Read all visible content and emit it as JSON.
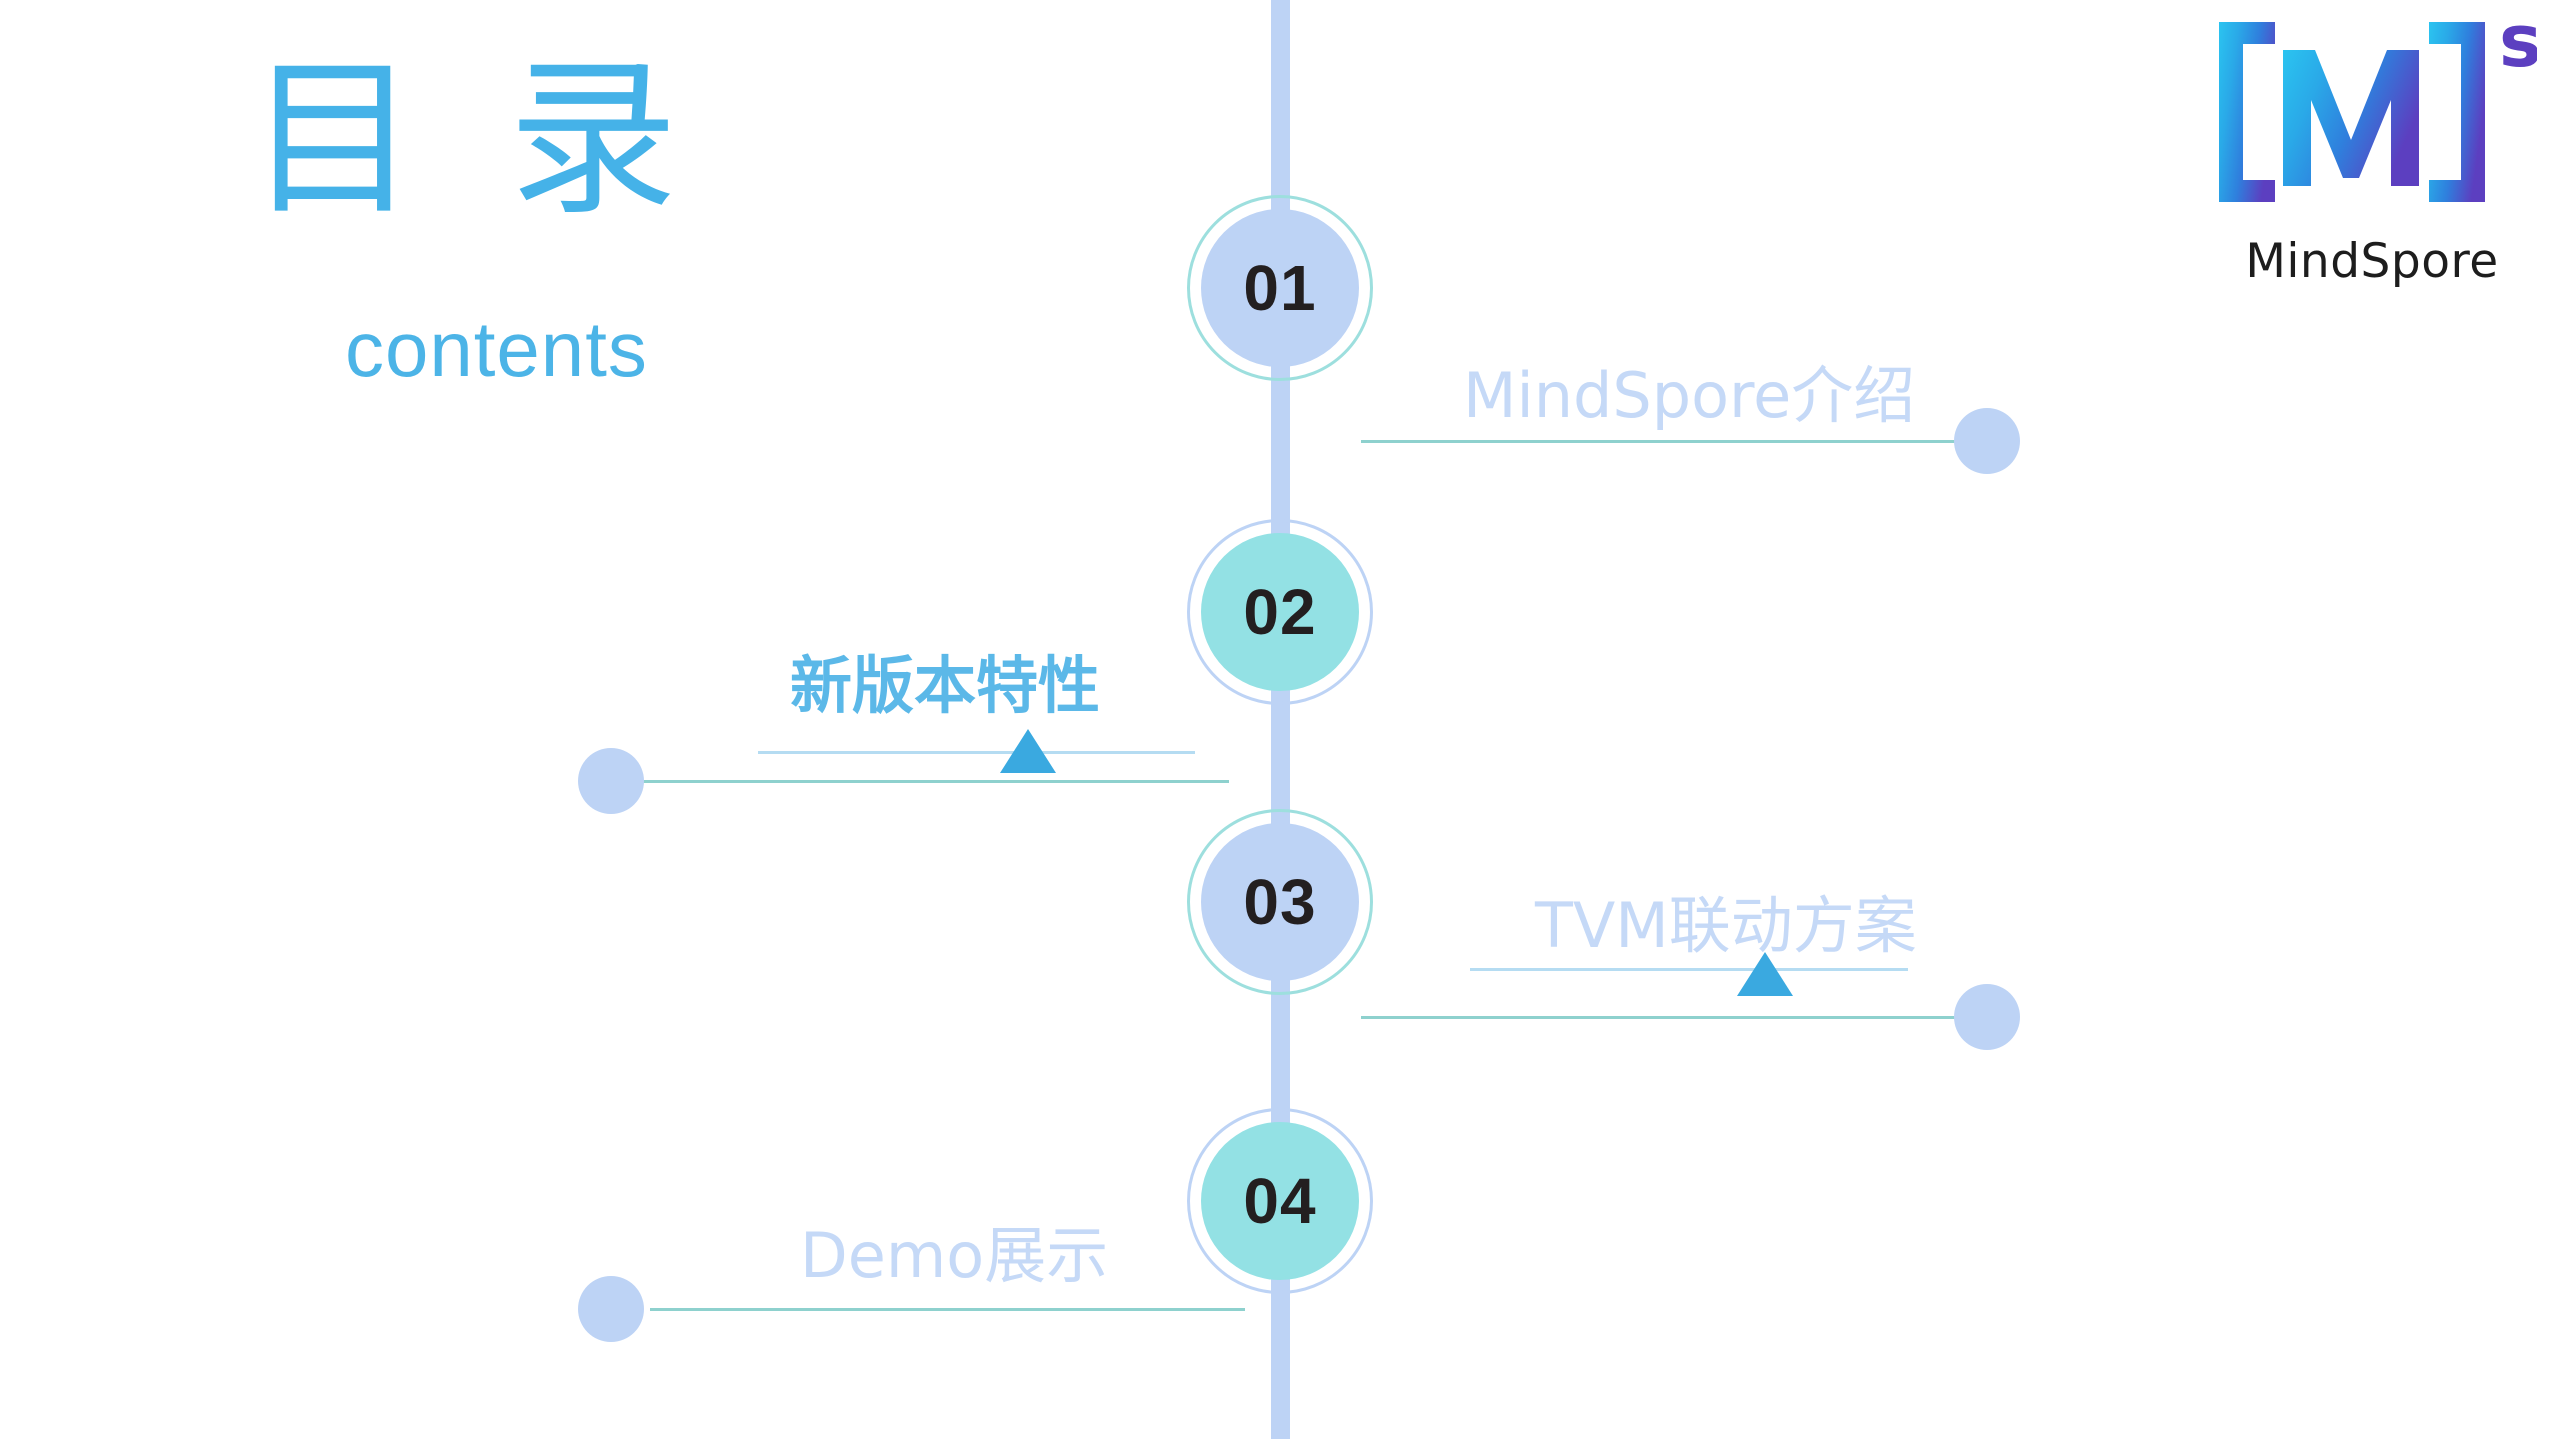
{
  "slide": {
    "title_zh": "目 录",
    "title_en": "contents",
    "background_color": "#ffffff"
  },
  "colors": {
    "title_blue": "#45b2e8",
    "subtitle_blue": "#4cb4e7",
    "node_blue": "#bdd3f5",
    "node_teal": "#93e1e4",
    "ring_teal": "#9ddfde",
    "ring_blue": "#bdd3f5",
    "line_teal": "#8ed1ce",
    "line_blue": "#b5dcf2",
    "label_muted": "#c5d9f7",
    "label_active": "#5bb8e8",
    "triangle_blue": "#3aa9e0",
    "number_text": "#231f20",
    "logo_word": "#1d1d1d"
  },
  "items": [
    {
      "number": "01",
      "label": "MindSpore介绍",
      "side": "right",
      "node_style": "blue",
      "active": false,
      "has_marker": false
    },
    {
      "number": "02",
      "label": "新版本特性",
      "side": "left",
      "node_style": "teal",
      "active": true,
      "has_marker": true
    },
    {
      "number": "03",
      "label": "TVM联动方案",
      "side": "right",
      "node_style": "blue",
      "active": false,
      "has_marker": true
    },
    {
      "number": "04",
      "label": "Demo展示",
      "side": "left",
      "node_style": "teal",
      "active": false,
      "has_marker": false
    }
  ],
  "logo": {
    "bracket_left": "[",
    "letter": "M",
    "bracket_right": "]",
    "superscript": "s",
    "wordmark": "MindSpore"
  }
}
